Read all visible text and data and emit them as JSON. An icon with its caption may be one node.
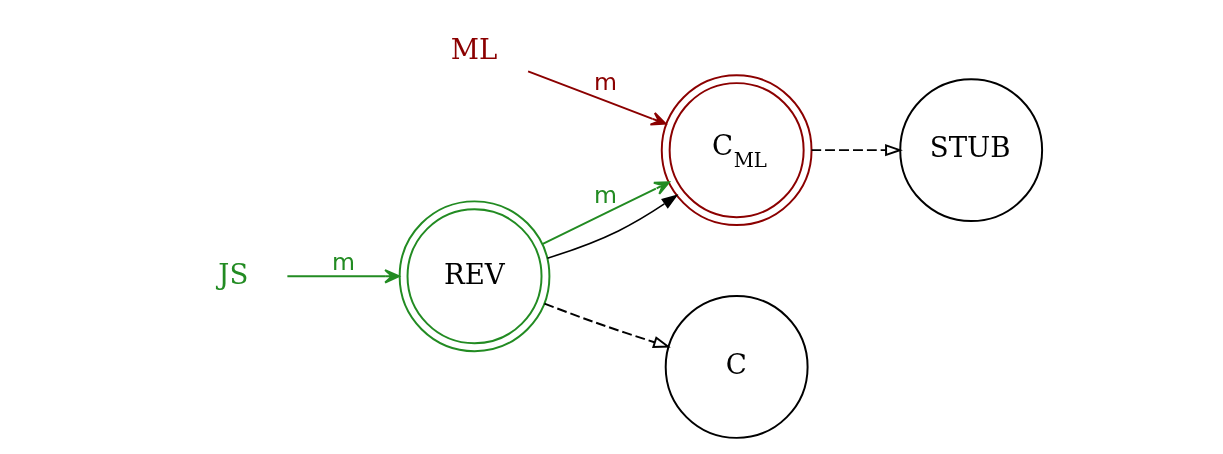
{
  "diagram": {
    "nodes": [
      {
        "text": [
          "ML"
        ]
      },
      {
        "text": [
          "C$_{ML}$"
        ]
      },
      {
        "text": [
          "JS"
        ]
      },
      {
        "text": [
          "REV"
        ]
      },
      {
        "text": [
          "STUB"
        ]
      },
      {
        "text": [
          "C"
        ]
      }
    ],
    "edges": [
      {
        "from": 0,
        "to": 1,
        "arrow": "to",
        "label": "m",
        "color": "#8b0000"
      },
      {
        "from": 3,
        "to": 1,
        "arrow": "to",
        "label": "m",
        "color": "#228b22"
      },
      {
        "from": 3,
        "to": 1,
        "arrow": "to"
      },
      {
        "from": 2,
        "to": 3,
        "arrow": "to",
        "label": "m",
        "color": "#228b22"
      },
      {
        "from": 1,
        "to": 4,
        "arrow": "to",
        "style": "dashed"
      },
      {
        "from": 3,
        "to": 5,
        "arrow": "to",
        "style": "dashed"
      }
    ]
  }
}
